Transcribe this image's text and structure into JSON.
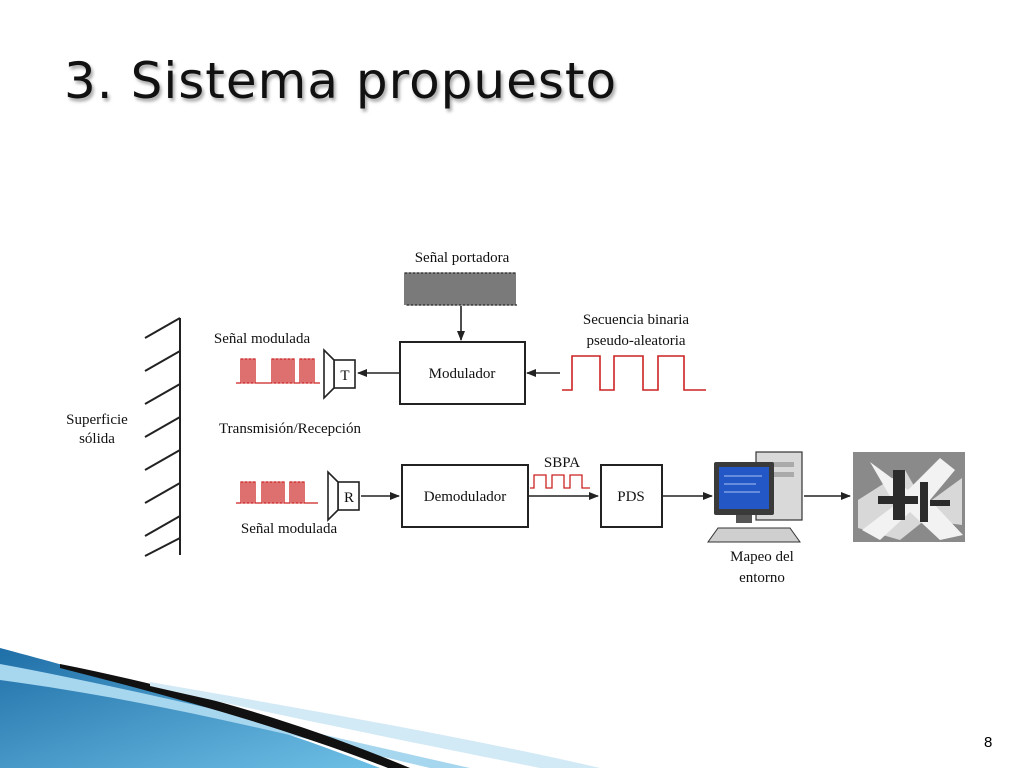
{
  "slide": {
    "title": "3. Sistema propuesto",
    "page_number": "8"
  },
  "diagram": {
    "carrier_label": "Señal portadora",
    "modulator_label": "Modulador",
    "binary_sequence_label_line1": "Secuencia binaria",
    "binary_sequence_label_line2": "pseudo-aleatoria",
    "modulated_signal_top_label": "Señal modulada",
    "transmitter_label": "T",
    "surface_label_line1": "Superficie",
    "surface_label_line2": "sólida",
    "tx_rx_label": "Transmisión/Recepción",
    "modulated_signal_bottom_label": "Señal modulada",
    "receiver_label": "R",
    "demodulator_label": "Demodulador",
    "sbpa_label": "SBPA",
    "pds_label": "PDS",
    "mapping_label_line1": "Mapeo del",
    "mapping_label_line2": "entorno"
  },
  "colors": {
    "signal": "#cc2222",
    "line": "#222222",
    "slide_accent": "#3a9bd1"
  }
}
